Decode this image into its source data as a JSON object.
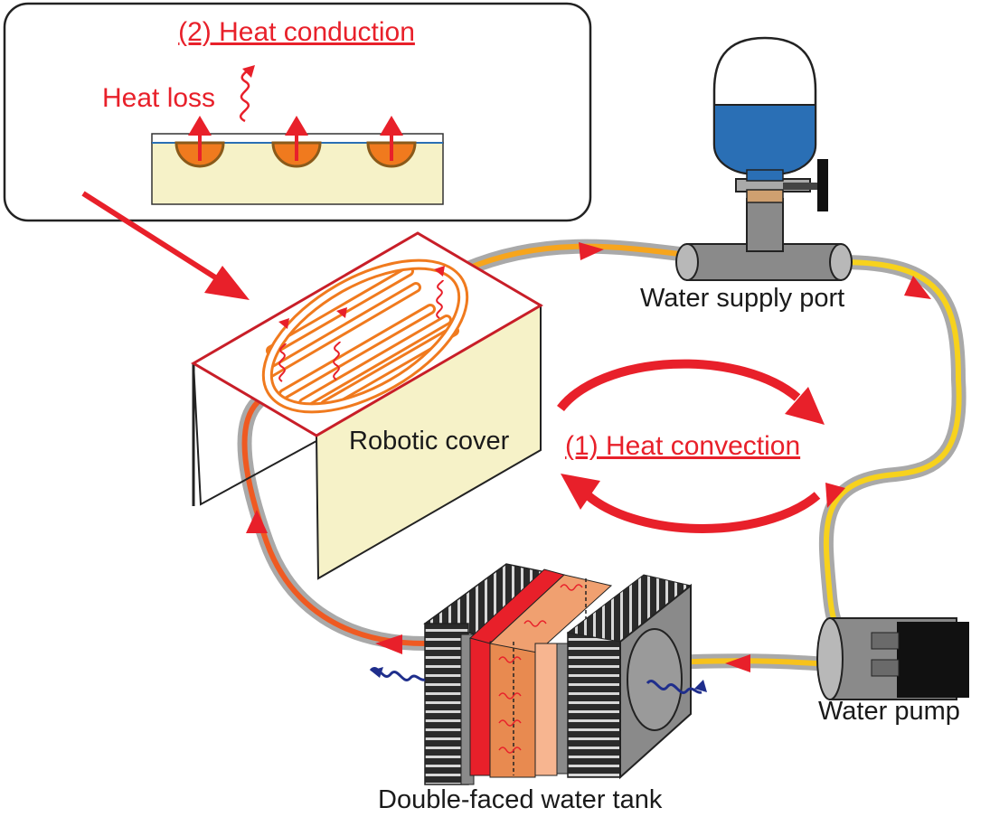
{
  "labels": {
    "heat_conduction": "(2) Heat conduction",
    "heat_loss": "Heat loss",
    "heat_convection": "(1) Heat convection",
    "robotic_cover": "Robotic cover",
    "water_supply_port": "Water supply port",
    "water_pump": "Water pump",
    "water_tank": "Double-faced water tank"
  },
  "colors": {
    "accent_red": "#e8202a",
    "hot_orange": "#f07a1e",
    "warm_yellow": "#f7d21c",
    "pipe_grey": "#a9a9a9",
    "water_blue": "#2a6fb5",
    "cover_cream": "#f6f2c8",
    "wave_blue": "#1f2e8c"
  }
}
